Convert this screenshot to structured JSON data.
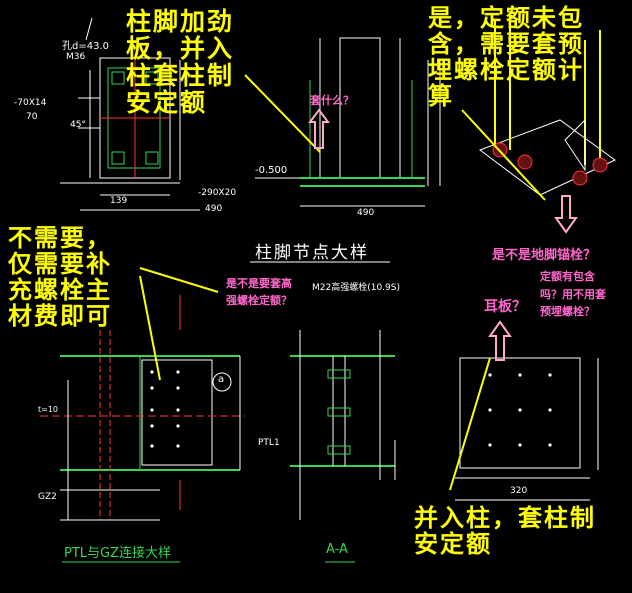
{
  "annotations": {
    "top_left": [
      "柱脚加劲",
      "板，并入",
      "柱套柱制",
      "安定额"
    ],
    "top_right": [
      "是，定额未包",
      "含，需要套预",
      "埋螺栓定额计",
      "算"
    ],
    "middle_left": [
      "不需要，",
      "仅需要补",
      "充螺栓主",
      "材费即可"
    ],
    "bottom_right": [
      "并入柱，套柱制",
      "安定额"
    ]
  },
  "questions": {
    "tao_shenme": "套什么？",
    "anchor_bolt": "是不是地脚锚栓？",
    "quota_included": [
      "定额有包含",
      "吗？用不用套",
      "预埋螺栓？"
    ],
    "ear_plate": "耳板？",
    "strong_bolt": [
      "是不是要套高",
      "强螺栓定额？"
    ]
  },
  "cad_labels": {
    "base_detail_title": "柱脚节点大样",
    "connection_title": "PTL与GZ连接大样",
    "section_title": "A-A",
    "bolt_spec": "M22高强螺栓(10.9S)",
    "hole_dia": "孔d=43.0",
    "m36": "M36",
    "plate_70x14": "-70X14",
    "plate_290x20": "-290X20",
    "elev": "-0.500",
    "dim_490": "490",
    "dim_139": "139",
    "dim_70": "70",
    "angle_45": "45°",
    "ptl1": "PTL1",
    "gz2": "GZ2",
    "t10": "t=10",
    "circle_a": "a",
    "dim_320": "320"
  }
}
